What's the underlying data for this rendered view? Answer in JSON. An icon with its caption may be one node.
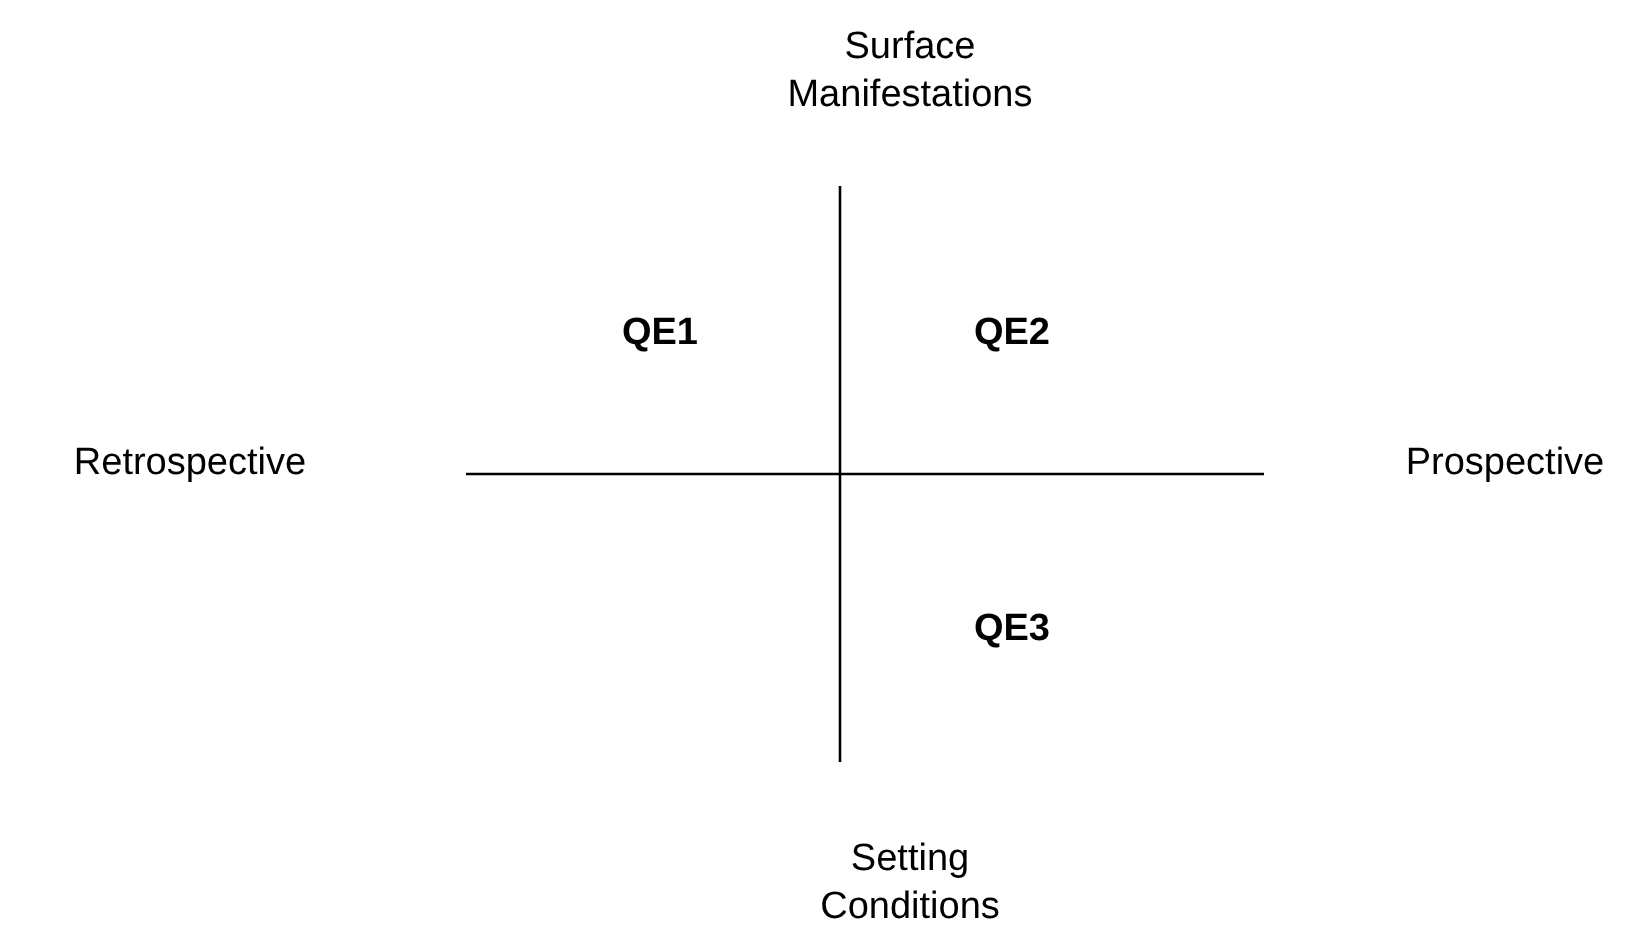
{
  "diagram": {
    "labels": [
      "Surface Manifestations",
      "QE1",
      "QE2",
      "Retrospective",
      "Prospective",
      "QE3",
      "Setting Conditions"
    ]
  }
}
